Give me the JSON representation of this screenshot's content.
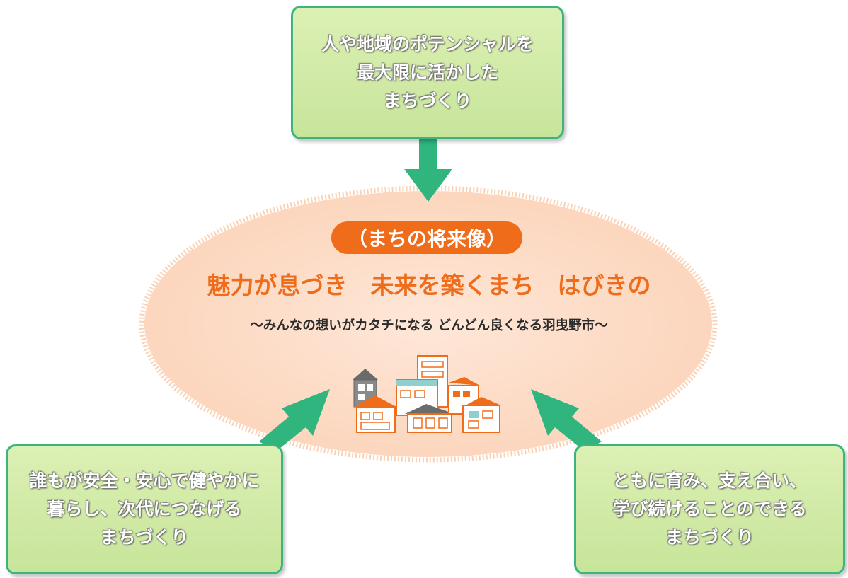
{
  "vision": {
    "label": "（まちの将来像）",
    "title": "魅力が息づき　未来を築くまち　はびきの",
    "subtitle": "～みんなの想いがカタチになる どんどん良くなる羽曳野市～"
  },
  "pillars": {
    "top": {
      "lines": [
        "人や地域のポテンシャルを",
        "最大限に活かした",
        "まちづくり"
      ]
    },
    "left": {
      "lines": [
        "誰もが安全・安心で健やかに",
        "暮らし、次代につなげる",
        "まちづくり"
      ]
    },
    "right": {
      "lines": [
        "ともに育み、支え合い、",
        "学び続けることのできる",
        "まちづくり"
      ]
    }
  },
  "colors": {
    "box_border": "#3db37f",
    "box_fill": "#d3eba8",
    "arrow": "#2fb57d",
    "accent_orange": "#ef6c1a",
    "ellipse_fill": "#fde1cf"
  },
  "icons": {
    "center_illustration": "town-buildings-illustration",
    "arrows": "arrow-icon"
  }
}
